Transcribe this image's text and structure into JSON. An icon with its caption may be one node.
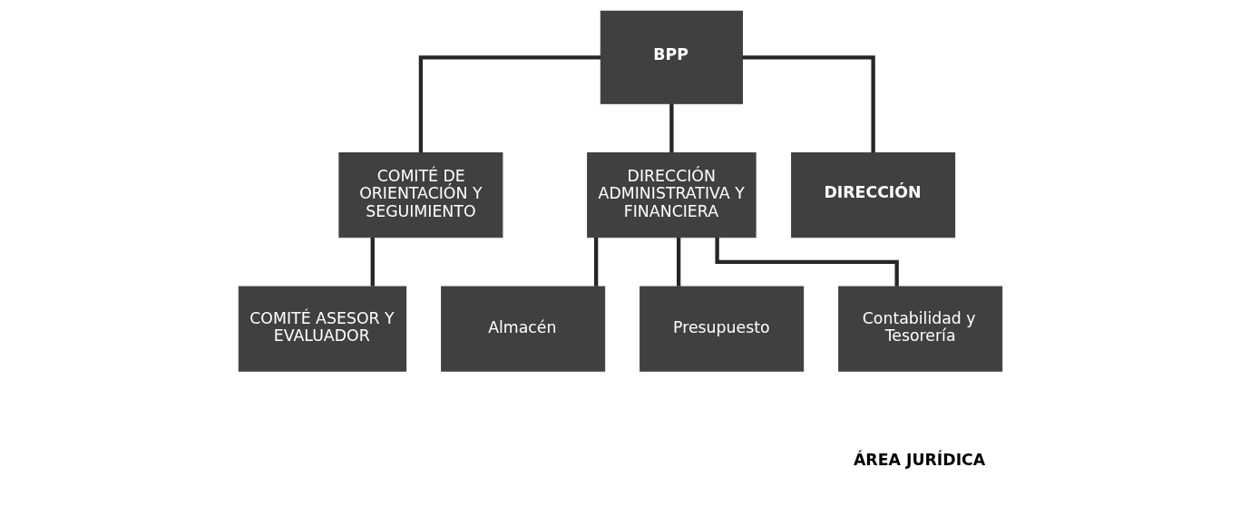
{
  "diagram": {
    "nodes": [
      {
        "text": [
          "BPP"
        ]
      },
      {
        "text": [
          "COMITÉ DE ORIENTACIÓN Y SEGUIMIENTO"
        ]
      },
      {
        "text": [
          "DIRECCIÓN ADMINISTRATIVA Y FINANCIERA"
        ]
      },
      {
        "text": [
          "DIRECCIÓN"
        ]
      },
      {
        "text": [
          "COMITÉ ASESOR Y EVALUADOR"
        ]
      },
      {
        "text": [
          "Almacén"
        ]
      },
      {
        "text": [
          "Presupuesto"
        ]
      },
      {
        "text": [
          "Contabilidad y Tesorería"
        ]
      }
    ],
    "edges": [
      {
        "from": 0,
        "to": 1,
        "arrow": "none"
      },
      {
        "from": 0,
        "to": 2,
        "arrow": "none"
      },
      {
        "from": 0,
        "to": 3,
        "arrow": "none"
      },
      {
        "from": 1,
        "to": 4,
        "arrow": "none"
      },
      {
        "from": 2,
        "to": 5,
        "arrow": "none"
      },
      {
        "from": 2,
        "to": 6,
        "arrow": "none"
      },
      {
        "from": 2,
        "to": 7,
        "arrow": "none"
      }
    ],
    "labels": [
      "ÁREA JURÍDICA"
    ]
  }
}
